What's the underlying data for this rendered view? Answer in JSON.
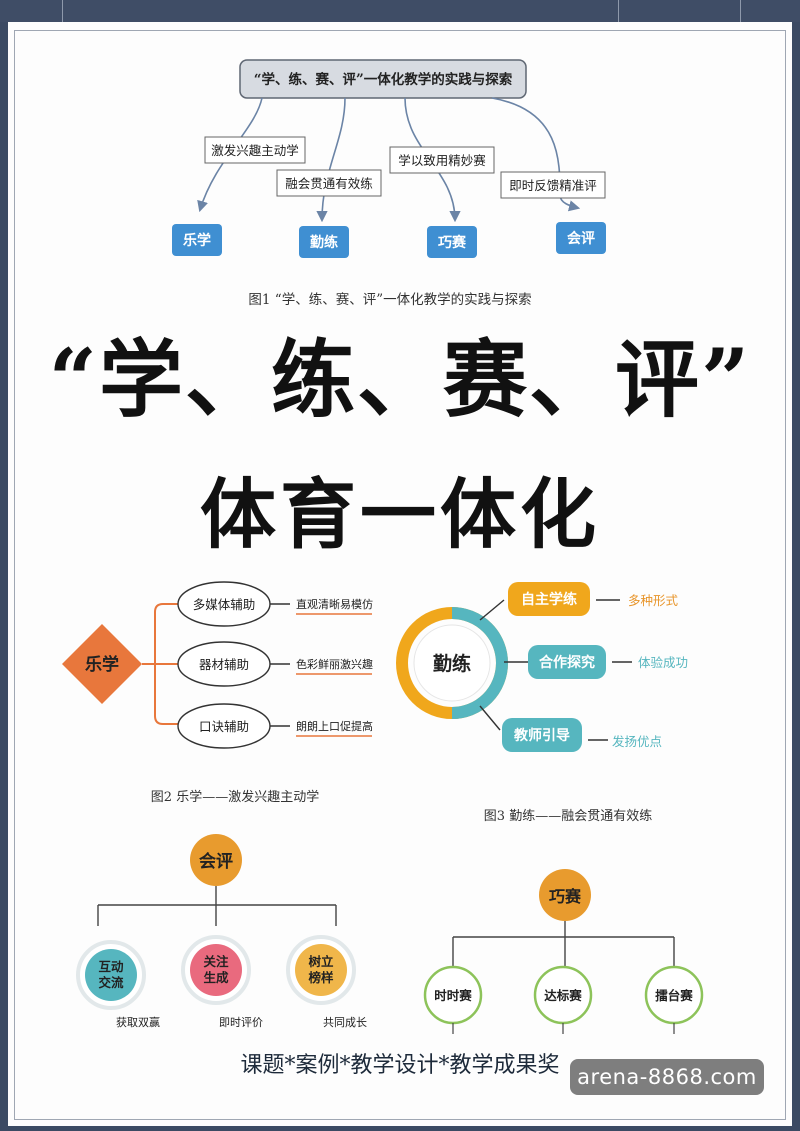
{
  "fig1": {
    "title": "“学、练、赛、评”一体化教学的实践与探索",
    "labels": [
      "激发兴趣主动学",
      "融会贯通有效练",
      "学以致用精妙赛",
      "即时反馈精准评"
    ],
    "nodes": [
      "乐学",
      "勤练",
      "巧赛",
      "会评"
    ],
    "caption": "图1  “学、练、赛、评”一体化教学的实践与探索"
  },
  "headline": {
    "line1": "“学、练、赛、评”",
    "line2": "体育一体化"
  },
  "fig2": {
    "center": "乐学",
    "items": [
      {
        "label": "多媒体辅助",
        "note": "直观清晰易模仿"
      },
      {
        "label": "器材辅助",
        "note": "色彩鲜丽激兴趣"
      },
      {
        "label": "口诀辅助",
        "note": "朗朗上口促提高"
      }
    ],
    "caption": "图2  乐学——激发兴趣主动学"
  },
  "fig3": {
    "center": "勤练",
    "items": [
      {
        "label": "自主学练",
        "note": "多种形式"
      },
      {
        "label": "合作探究",
        "note": "体验成功"
      },
      {
        "label": "教师引导",
        "note": "发扬优点"
      }
    ],
    "caption": "图3  勤练——融会贯通有效练"
  },
  "fig4": {
    "center": "会评",
    "items": [
      {
        "label": "互动\n交流",
        "note": "获取双赢"
      },
      {
        "label": "关注\n生成",
        "note": "即时评价"
      },
      {
        "label": "树立\n榜样",
        "note": "共同成长"
      }
    ]
  },
  "fig5": {
    "center": "巧赛",
    "items": [
      "时时赛",
      "达标赛",
      "擂台赛"
    ]
  },
  "footer": "课题*案例*教学设计*教学成果奖",
  "watermark": "arena-8868.com",
  "colors": {
    "blue": "#3f8fd2",
    "orange": "#e8773c",
    "gold": "#f0a71c",
    "teal": "#56b6bf",
    "green": "#8dc35a",
    "pink": "#e96a7e",
    "amber": "#e89b2e"
  }
}
